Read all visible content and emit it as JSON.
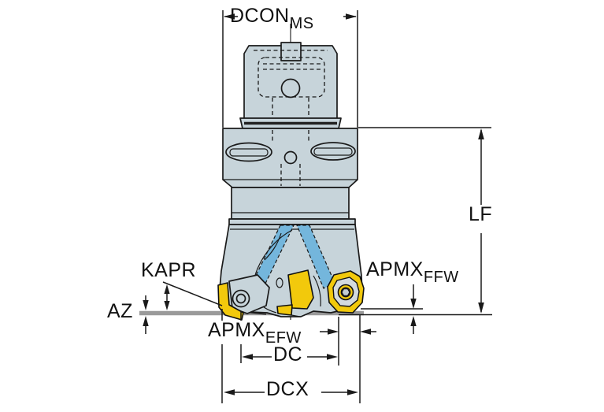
{
  "labels": {
    "dcon": {
      "main": "DCON",
      "sub": "MS"
    },
    "lf": "LF",
    "kapr": "KAPR",
    "az": "AZ",
    "apmx_ffw": {
      "main": "APMX",
      "sub": "FFW"
    },
    "apmx_efw": {
      "main": "APMX",
      "sub": "EFW"
    },
    "dc": "DC",
    "dcx": "DCX"
  },
  "colors": {
    "tool_body": "#c7d4da",
    "insert": "#f2c90c",
    "coolant": "#74b6dc",
    "plane": "#9a9a9a",
    "line": "#1a1a1a",
    "background": "#ffffff"
  }
}
